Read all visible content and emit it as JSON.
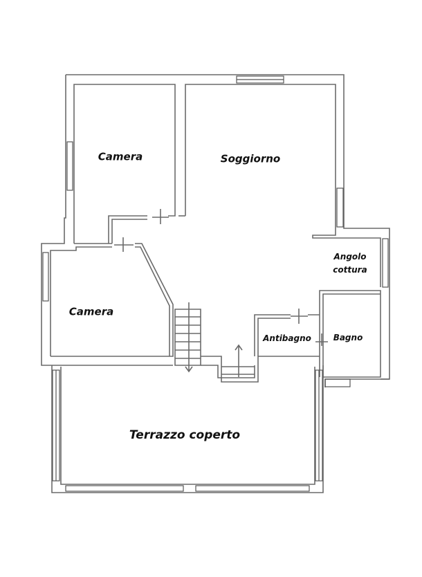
{
  "rooms": {
    "camera_top": "Camera",
    "soggiorno": "Soggiorno",
    "camera_left": "Camera",
    "angolo_cottura_line1": "Angolo",
    "angolo_cottura_line2": "cottura",
    "antibagno": "Antibagno",
    "bagno": "Bagno",
    "terrazzo": "Terrazzo coperto"
  },
  "colors": {
    "wall": "#6a6a6a",
    "text": "#111111"
  }
}
